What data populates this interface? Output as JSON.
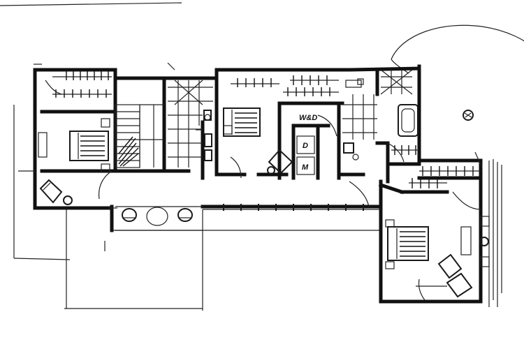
{
  "drawing": {
    "ink_color": "#1a1a1a",
    "paper_color": "#ffffff",
    "labels": {
      "wd_label": "W&D",
      "laundry_label": "W&D",
      "m_label": "M",
      "d_label": "D"
    }
  }
}
